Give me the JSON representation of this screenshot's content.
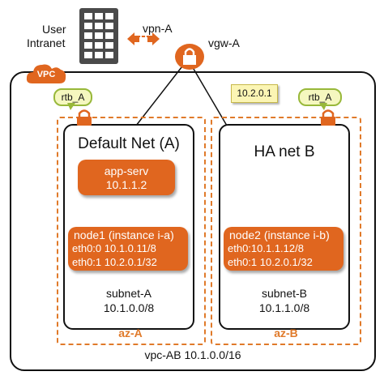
{
  "on_prem": {
    "label_line1": "User",
    "label_line2": "Intranet"
  },
  "vpn": {
    "label": "vpn-A"
  },
  "vgw": {
    "label": "vgw-A"
  },
  "vpc": {
    "badge": "VPC",
    "label": "vpc-AB 10.1.0.0/16"
  },
  "ip_tag": {
    "label": "10.2.0.1"
  },
  "route_tables": [
    {
      "label": "rtb_A"
    },
    {
      "label": "rtb_A"
    }
  ],
  "az_a": {
    "label": "az-A",
    "subnet_title": "Default Net (A)",
    "app": {
      "line1": "app-serv",
      "line2": "10.1.1.2"
    },
    "node": {
      "line1": "node1 (instance i-a)",
      "line2": "eth0:0 10.1.0.11/8",
      "line3": "eth0:1 10.2.0.1/32"
    },
    "subnet_name": "subnet-A",
    "subnet_cidr": "10.1.0.0/8"
  },
  "az_b": {
    "label": "az-B",
    "subnet_title": "HA net B",
    "node": {
      "line1": "node2 (instance i-b)",
      "line2": "eth0:10.1.1.12/8",
      "line3": "eth0:1 10.2.0.1/32"
    },
    "subnet_name": "subnet-B",
    "subnet_cidr": "10.1.1.0/8"
  },
  "colors": {
    "accent_orange": "#e0661f",
    "az_dash": "#e07a2a",
    "rtb_fill": "#f5f7bf",
    "rtb_border": "#98b83a",
    "tag_fill": "#fbf5b4"
  }
}
